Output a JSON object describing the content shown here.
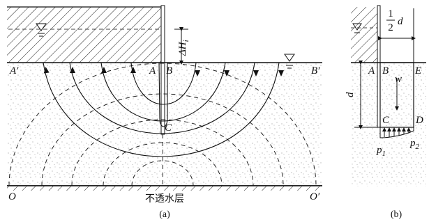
{
  "panel_a": {
    "caption": "(a)",
    "points": {
      "a_prime": "A′",
      "a": "A",
      "b": "B",
      "b_prime": "B′",
      "c": "C",
      "o": "O",
      "o_prime": "O′"
    },
    "head_diff_label": "ΔH",
    "head_diff_sub": "i",
    "impermeable_label": "不透水层"
  },
  "panel_b": {
    "caption": "(b)",
    "points": {
      "a": "A",
      "b": "B",
      "c": "C",
      "d": "D",
      "e": "E"
    },
    "half_num": "1",
    "half_den": "2",
    "half_var": "d",
    "depth_label": "d",
    "weight_label": "w",
    "p1": "p",
    "p1_sub": "1",
    "p2": "p",
    "p2_sub": "2"
  },
  "colors": {
    "ink": "#111111",
    "soil_dot": "#9a9a9a",
    "water_line": "#555555"
  }
}
